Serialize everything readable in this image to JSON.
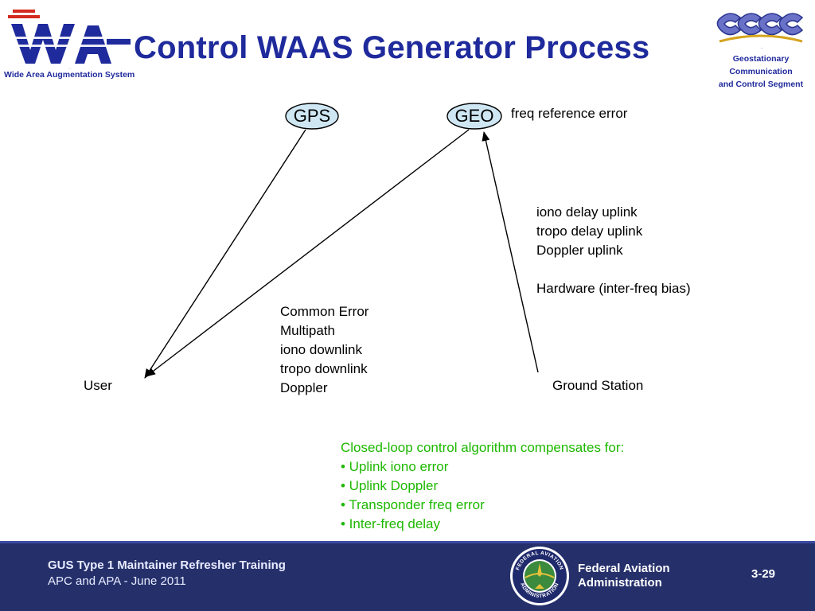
{
  "header": {
    "title": "Control WAAS Generator Process",
    "waas_logo_text": "WAAS",
    "waas_caption": "Wide Area Augmentation System",
    "gccs_logo_text": "GCCS",
    "gccs_caption": [
      "Geostationary",
      "Communication",
      "and Control Segment"
    ]
  },
  "diagram": {
    "nodes": {
      "gps": "GPS",
      "geo": "GEO",
      "user": "User",
      "ground_station": "Ground Station"
    },
    "geo_annotation": "freq reference error",
    "uplink_errors": [
      "iono delay uplink",
      "tropo delay uplink",
      "Doppler uplink"
    ],
    "hardware_error": "Hardware (inter-freq bias)",
    "downlink_errors": [
      "Common Error",
      "Multipath",
      "iono downlink",
      "tropo downlink",
      "Doppler"
    ],
    "closed_loop": {
      "heading": "Closed-loop control algorithm compensates for:",
      "items": [
        "• Uplink iono error",
        "• Uplink Doppler",
        "• Transponder freq error",
        "• Inter-freq delay"
      ]
    },
    "colors": {
      "ellipse_fill": "#cfe6f3",
      "title_blue": "#1f2a9c",
      "green_text": "#1db800"
    }
  },
  "footer": {
    "title": "GUS Type 1 Maintainer Refresher Training",
    "subtitle": "APC and APA - June 2011",
    "faa_name": [
      "Federal Aviation",
      "Administration"
    ],
    "faa_seal_top_text": "FEDERAL AVIATION",
    "faa_seal_bottom_text": "ADMINISTRATION",
    "slide_number": "3-29",
    "background": "#25306b"
  }
}
